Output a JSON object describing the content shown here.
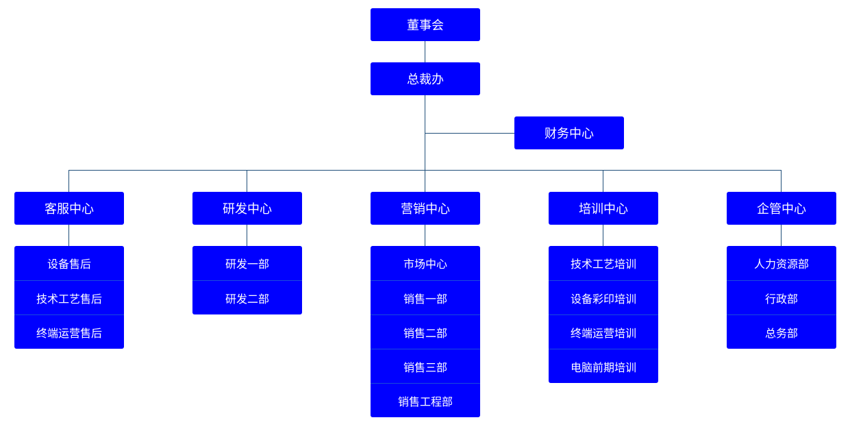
{
  "colors": {
    "node_fill": "#0000ff",
    "node_text": "#ffffff",
    "connector": "#1f4e79",
    "divider": "#1a4bd8"
  },
  "top": {
    "board": "董事会",
    "president_office": "总裁办",
    "finance": "财务中心"
  },
  "centers": [
    {
      "name": "客服中心",
      "units": [
        "设备售后",
        "技术工艺售后",
        "终端运营售后"
      ]
    },
    {
      "name": "研发中心",
      "units": [
        "研发一部",
        "研发二部"
      ]
    },
    {
      "name": "营销中心",
      "units": [
        "市场中心",
        "销售一部",
        "销售二部",
        "销售三部",
        "销售工程部"
      ]
    },
    {
      "name": "培训中心",
      "units": [
        "技术工艺培训",
        "设备彩印培训",
        "终端运营培训",
        "电脑前期培训"
      ]
    },
    {
      "name": "企管中心",
      "units": [
        "人力资源部",
        "行政部",
        "总务部"
      ]
    }
  ]
}
